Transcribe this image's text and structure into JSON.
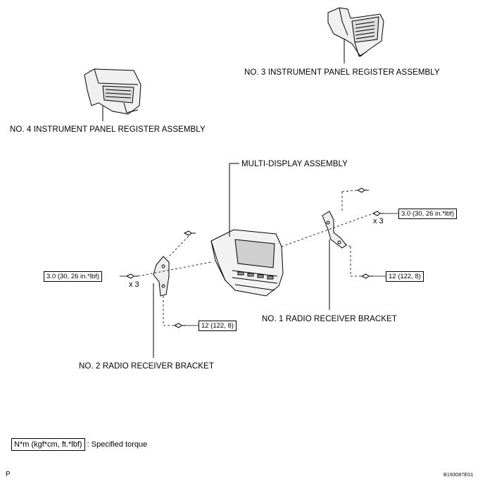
{
  "labels": {
    "register3": "NO. 3 INSTRUMENT PANEL REGISTER ASSEMBLY",
    "register4": "NO. 4 INSTRUMENT PANEL REGISTER ASSEMBLY",
    "multi_display": "MULTI-DISPLAY ASSEMBLY",
    "bracket1": "NO. 1 RADIO RECEIVER BRACKET",
    "bracket2": "NO. 2 RADIO RECEIVER BRACKET"
  },
  "torques": {
    "right_upper": "3.0 (30, 26 in.*lbf)",
    "left": "3.0 (30, 26 in.*lbf)",
    "right_lower": "12 (122, 8)",
    "left_lower": "12 (122, 8)"
  },
  "multipliers": {
    "right": "x 3",
    "left": "x 3"
  },
  "legend": {
    "box": "N*m (kgf*cm, ft.*lbf)",
    "text": ": Specified torque"
  },
  "footer": {
    "corner": "P",
    "code": "B193087E01"
  }
}
